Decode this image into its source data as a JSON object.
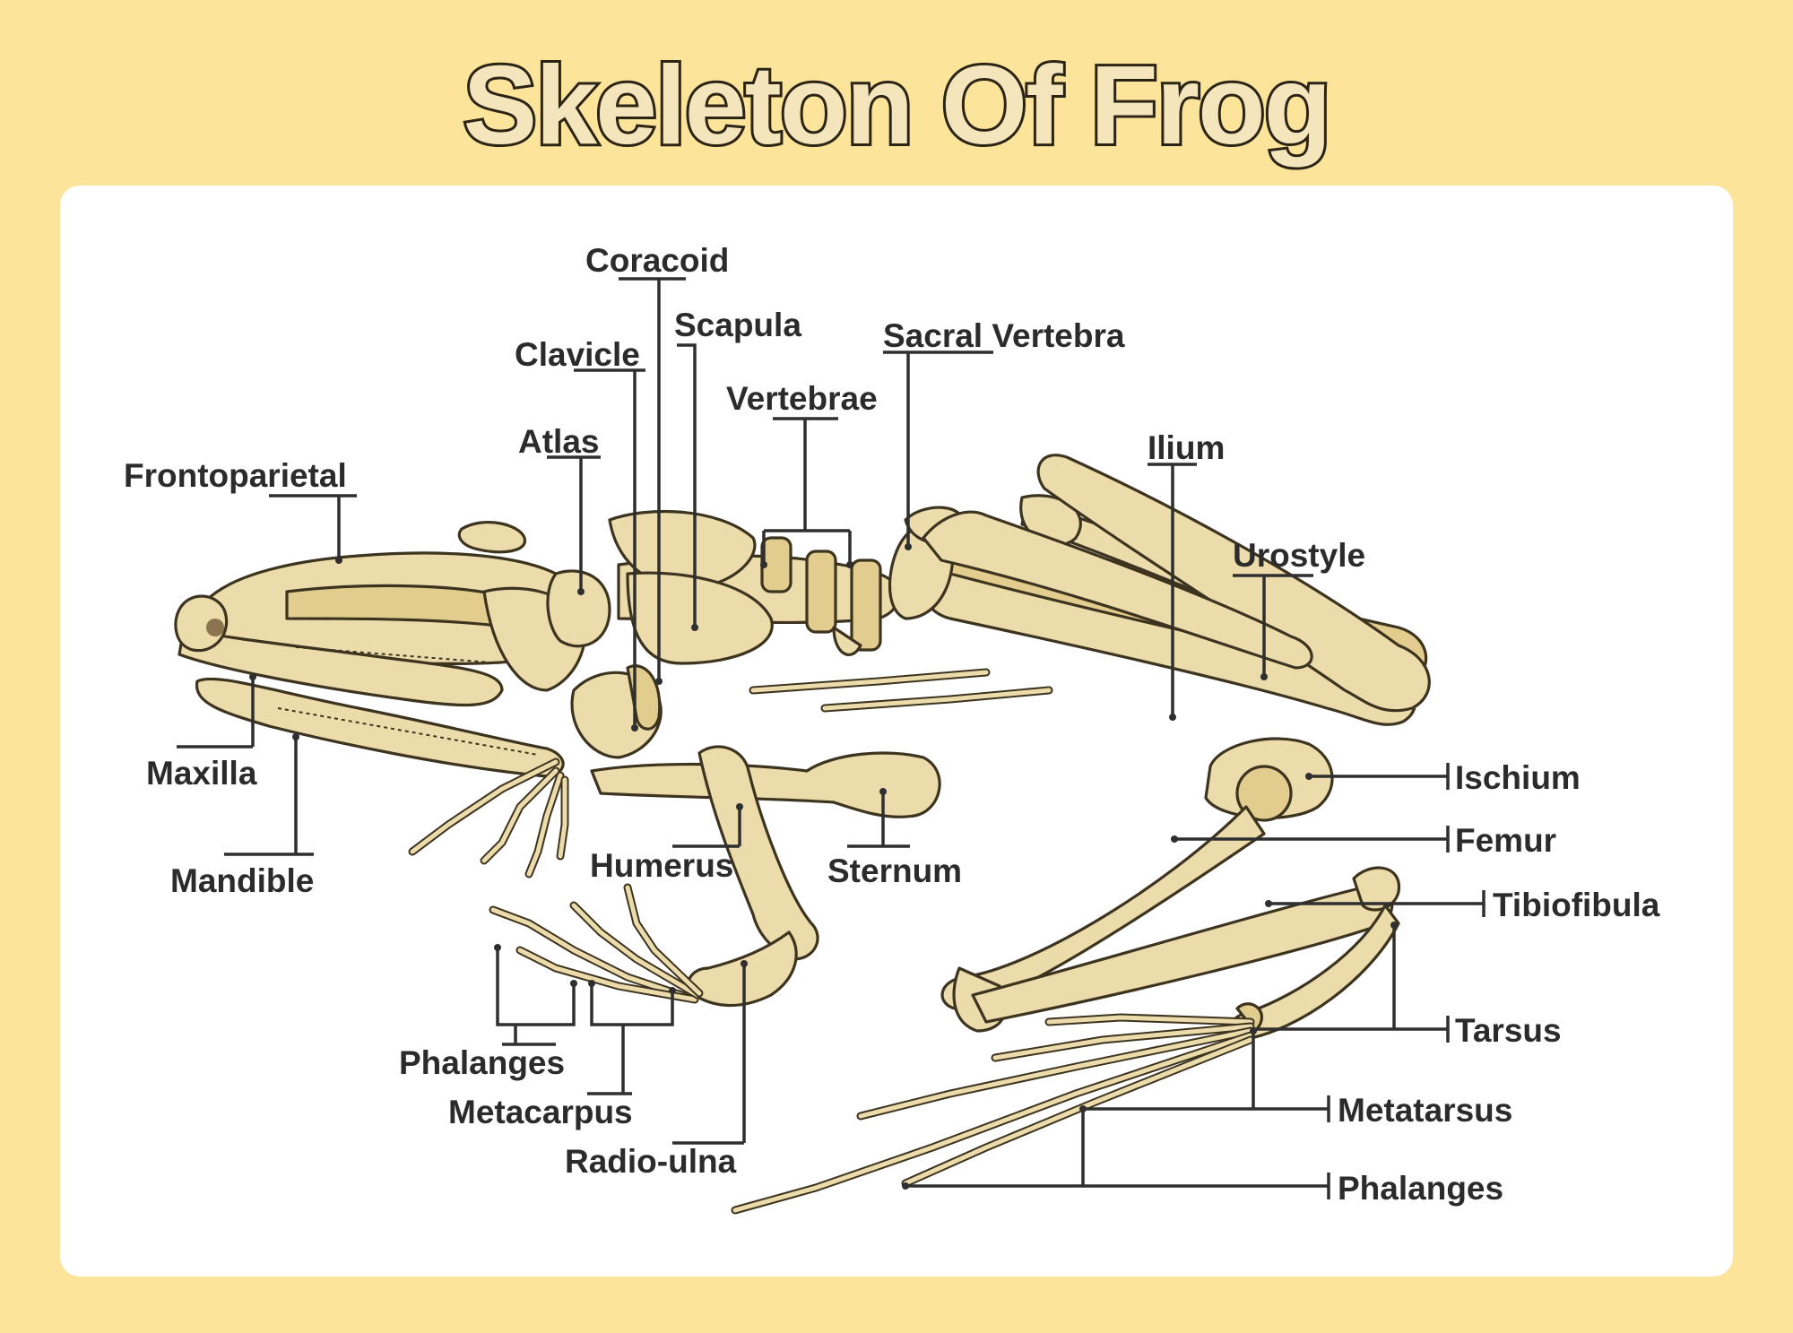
{
  "title": "Skeleton Of Frog",
  "colors": {
    "background": "#fde49b",
    "panel": "#ffffff",
    "bone": "#ecdcab",
    "bone_outline": "#3d3420",
    "label_text": "#2b2b2b"
  },
  "labels": {
    "frontoparietal": "Frontoparietal",
    "atlas": "Atlas",
    "clavicle": "Clavicle",
    "coracoid": "Coracoid",
    "scapula": "Scapula",
    "vertebrae": "Vertebrae",
    "sacral_vertebra": "Sacral Vertebra",
    "ilium": "Ilium",
    "urostyle": "Urostyle",
    "maxilla": "Maxilla",
    "mandible": "Mandible",
    "humerus": "Humerus",
    "sternum": "Sternum",
    "ischium": "Ischium",
    "femur": "Femur",
    "tibiofibula": "Tibiofibula",
    "tarsus": "Tarsus",
    "metatarsus": "Metatarsus",
    "phalanges_hind": "Phalanges",
    "phalanges_fore": "Phalanges",
    "metacarpus": "Metacarpus",
    "radio_ulna": "Radio-ulna"
  }
}
